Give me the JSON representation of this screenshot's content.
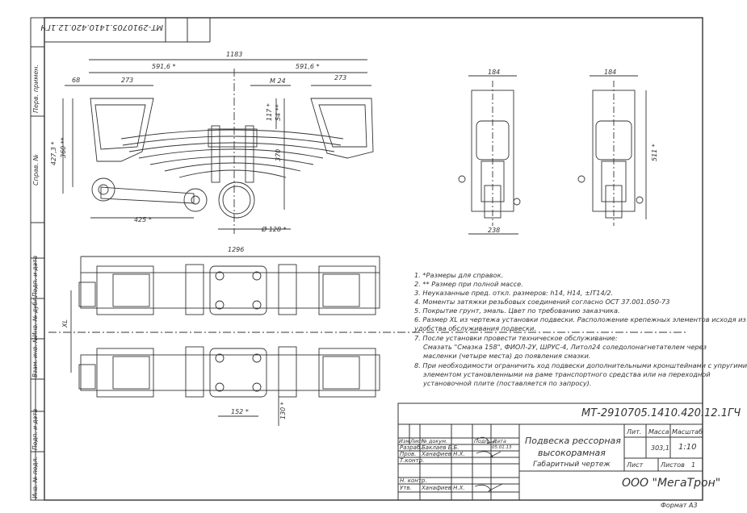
{
  "drawing": {
    "code": "МТ-2910705.1410.420.12.1ГЧ",
    "code_rotated": "МТ-2910705.1410.420.12.1ГЧ",
    "title_line1": "Подвеска рессорная",
    "title_line2": "высокорамная",
    "doc_type": "Габаритный чертеж",
    "company": "ООО \"МегаТрон\"",
    "format": "Формат A3"
  },
  "title_block": {
    "head_labels": [
      "Изм",
      "Лист",
      "№ докум.",
      "Подп.",
      "Дата"
    ],
    "rows": [
      {
        "role": "Разраб.",
        "name": "Баклаев Е.Б.",
        "date": "05.01.13"
      },
      {
        "role": "Пров.",
        "name": "Ханафиев Н.Х.",
        "date": ""
      },
      {
        "role": "Т.контр.",
        "name": "",
        "date": ""
      },
      {
        "role": "Н. контр.",
        "name": "",
        "date": ""
      },
      {
        "role": "Утв.",
        "name": "Ханафиев Н.Х.",
        "date": ""
      }
    ],
    "lit_label": "Лит.",
    "mass_label": "Масса",
    "scale_label": "Масштаб",
    "mass_value": "303,1",
    "scale_value": "1:10",
    "sheet_label": "Лист",
    "sheets_label": "Листов",
    "sheets_value": "1"
  },
  "side_labels": [
    "Перв. примен.",
    "Справ. №",
    "Подп. и дата",
    "Инв. № дубл.",
    "Взам. инв. №",
    "Подп. и дата",
    "Инв. № подл."
  ],
  "notes": [
    "1. *Размеры для справок.",
    "2. ** Размер при полной массе.",
    "3. Неуказанные пред. откл. размеров: h14, H14, ±IT14/2.",
    "4. Моменты затяжки резьбовых соединений согласно ОСТ 37.001.050-73",
    "5. Покрытие грунт, эмаль. Цвет по требованию заказчика.",
    "6. Размер XL из чертежа установки подвески. Расположение крепежных элементов исходя из",
    "удобства обслуживания подвески.",
    "7. После установки провести техническое обслуживание:",
    "Смазать  \"Смазка 158\", ФИОЛ-2У, ШРУС-4, Литол24 соледолонагнетателем через",
    "масленки (четыре места) до появления смазки.",
    "8. При необходимости ограничить ход подвески дополнительными кронштейнами с упругими",
    "элементом установленными на раме транспортного средства или на переходной",
    "установочной плите (поставляется по запросу)."
  ],
  "dimensions": {
    "d1183": "1183",
    "d5916a": "591,6 *",
    "d5916b": "591,6 *",
    "d68": "68",
    "d273a": "273",
    "d273b": "273",
    "dM24": "M 24",
    "d117": "117 *",
    "d54": "54 **",
    "d4273": "427,3 *",
    "d3604": "360 **",
    "d370": "370",
    "d425": "425 *",
    "d128": "Ø 128 *",
    "d184a": "184",
    "d184b": "184",
    "d238": "238",
    "d511": "511 *",
    "d1296": "1296",
    "dXL": "XL",
    "d152": "152 *",
    "d130": "130 *"
  }
}
